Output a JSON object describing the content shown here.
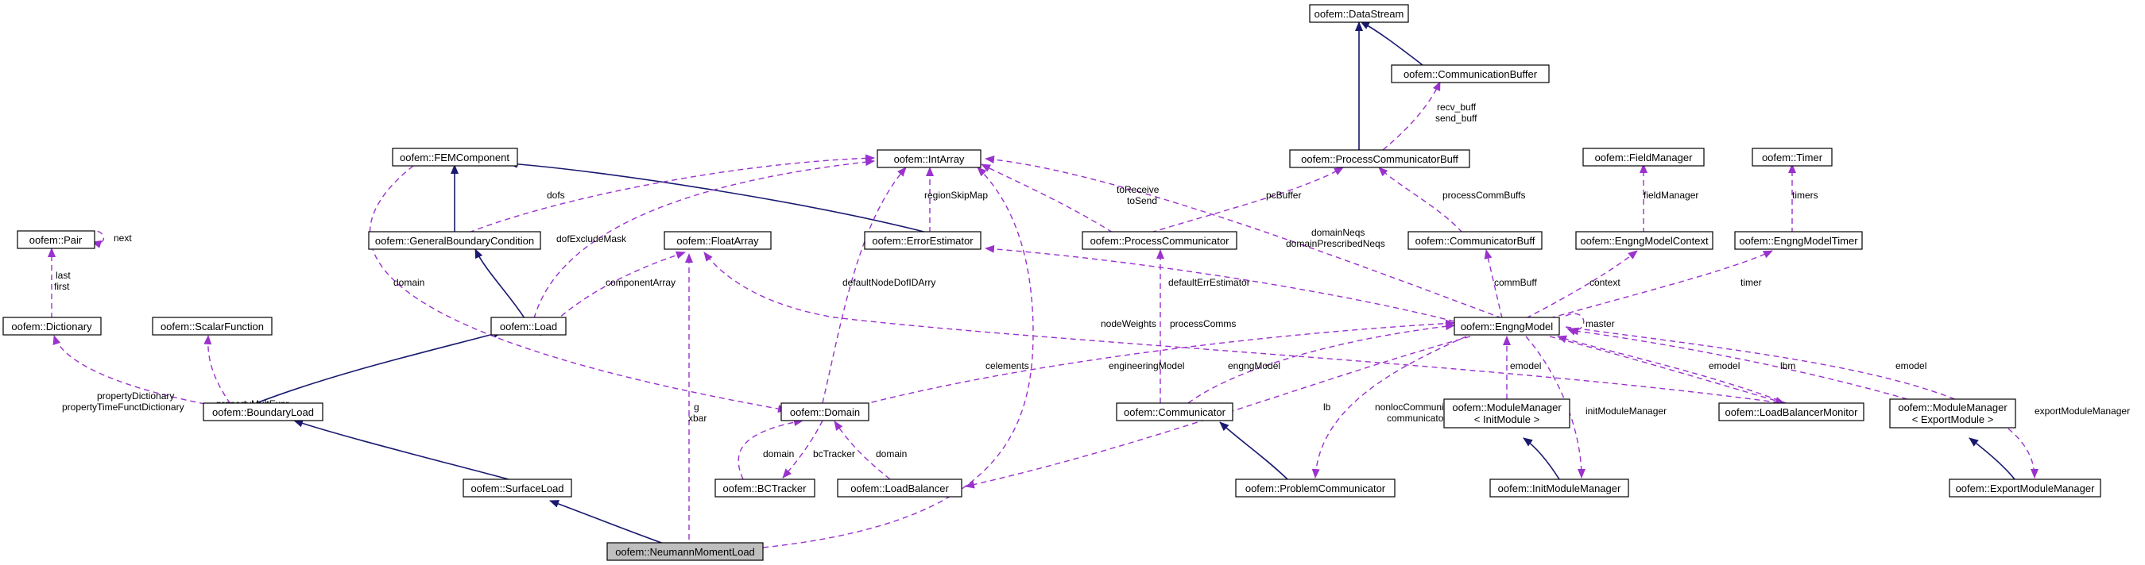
{
  "colors": {
    "inherit_edge": "#191970",
    "usage_edge": "#9a32cd",
    "focus_node_fill": "#bfbfbf"
  },
  "nodes": {
    "datastream": "oofem::DataStream",
    "communicationbuffer": "oofem::CommunicationBuffer",
    "processcommunicatorbuff": "oofem::ProcessCommunicatorBuff",
    "femcomponent": "oofem::FEMComponent",
    "intarray": "oofem::IntArray",
    "fieldmanager": "oofem::FieldManager",
    "timer": "oofem::Timer",
    "pair": "oofem::Pair",
    "generalboundarycondition": "oofem::GeneralBoundaryCondition",
    "floatarray": "oofem::FloatArray",
    "errorestimator": "oofem::ErrorEstimator",
    "processcommunicator": "oofem::ProcessCommunicator",
    "communicatorbuff": "oofem::CommunicatorBuff",
    "engngmodelcontext": "oofem::EngngModelContext",
    "engngmodeltimer": "oofem::EngngModelTimer",
    "dictionary": "oofem::Dictionary",
    "scalarfunction": "oofem::ScalarFunction",
    "load": "oofem::Load",
    "engngmodel": "oofem::EngngModel",
    "boundaryload": "oofem::BoundaryLoad",
    "domain": "oofem::Domain",
    "communicator": "oofem::Communicator",
    "modulemanager_init_l1": "oofem::ModuleManager",
    "modulemanager_init_l2": "< InitModule >",
    "loadbalancermonitor": "oofem::LoadBalancerMonitor",
    "modulemanager_export_l1": "oofem::ModuleManager",
    "modulemanager_export_l2": "< ExportModule >",
    "surfaceload": "oofem::SurfaceLoad",
    "bctracker": "oofem::BCTracker",
    "loadbalancer": "oofem::LoadBalancer",
    "problemcommunicator": "oofem::ProblemCommunicator",
    "initmodulemanager": "oofem::InitModuleManager",
    "exportmodulemanager": "oofem::ExportModuleManager",
    "neumannmomentload": "oofem::NeumannMomentLoad"
  },
  "edge_labels": {
    "recv_buff": "recv_buff",
    "send_buff": "send_buff",
    "pcbuffer": "pcBuffer",
    "processcommbuffs": "processCommBuffs",
    "fieldmanager": "fieldManager",
    "timers": "timers",
    "next": "next",
    "dofs": "dofs",
    "dofexcludemask": "dofExcludeMask",
    "regionskipmap": "regionSkipMap",
    "toreceive": "toReceive",
    "tosend": "toSend",
    "domainneqs": "domainNeqs",
    "domainprescribedneqs": "domainPrescribedNeqs",
    "last": "last",
    "first": "first",
    "domain": "domain",
    "componentarray": "componentArray",
    "defaultnodedofidarry": "defaultNodeDofIDArry",
    "defaulterrestimator": "defaultErrEstimator",
    "commbuff": "commBuff",
    "context": "context",
    "timer": "timer",
    "propertydictionary": "propertyDictionary",
    "propertytimefunctdictionary": "propertyTimeFunctDictionary",
    "propertymultexpr": "propertyMultExpr",
    "celements": "celements",
    "nodeweights": "nodeWeights",
    "processcomms": "processComms",
    "master": "master",
    "engineeringmodel": "engineeringModel",
    "engngmodel": "engngModel",
    "emodel": "emodel",
    "lbm": "lbm",
    "g": "g",
    "xbar": "xbar",
    "lb": "lb",
    "nonloccommunicator": "nonlocCommunicator",
    "communicator": "communicator",
    "initmodulemanager": "initModuleManager",
    "exportmodulemanager": "exportModuleManager",
    "bctracker": "bcTracker"
  }
}
